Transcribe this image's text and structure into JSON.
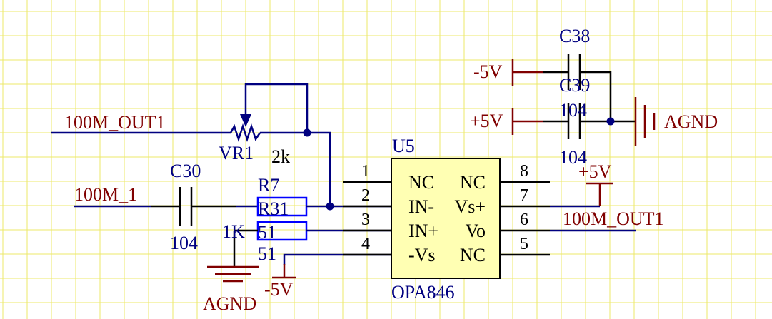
{
  "ic": {
    "designator": "U5",
    "part": "OPA846",
    "pin_numbers": [
      "1",
      "2",
      "3",
      "4",
      "5",
      "6",
      "7",
      "8"
    ],
    "left_pins": [
      "NC",
      "IN-",
      "IN+",
      "-Vs"
    ],
    "right_pins": [
      "NC",
      "Vs+",
      "Vo",
      "NC"
    ]
  },
  "nets": {
    "out_top": "100M_OUT1",
    "out_right": "100M_OUT1",
    "in": "100M_1",
    "agnd_right": "AGND",
    "agnd_bottom": "AGND",
    "neg5_top": "-5V",
    "pos5_top": "+5V",
    "pos5_right": "+5V",
    "neg5_bottom": "-5V"
  },
  "parts": {
    "vr1": "VR1",
    "vr1_value": "2k",
    "c30": "C30",
    "c30_value": "104",
    "r7": "R7",
    "r7_value": "1K",
    "r31": "R31",
    "r31_value": "51",
    "r_extra_value": "51",
    "c38": "C38",
    "c38_value": "104",
    "c39": "C39",
    "c39_value": "104"
  },
  "colors": {
    "wire": "#000080",
    "power": "#800000",
    "ic_fill": "#ffffb3",
    "grid": "#ece96a"
  }
}
